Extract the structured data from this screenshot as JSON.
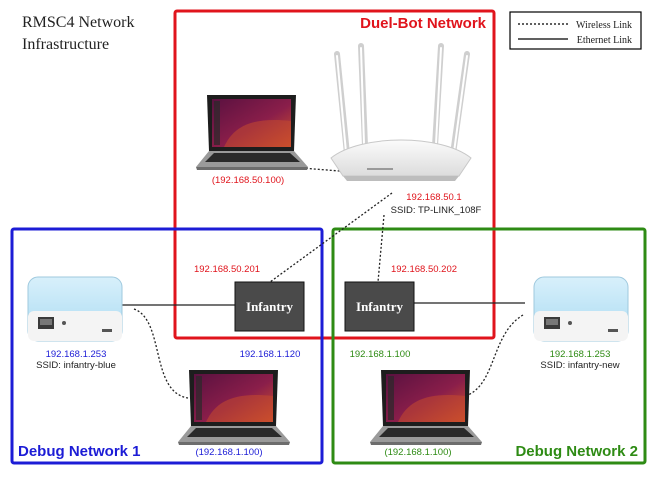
{
  "title": {
    "line1": "RMSC4 Network",
    "line2": "Infrastructure"
  },
  "legend": {
    "wireless": "Wireless Link",
    "ethernet": "Ethernet Link"
  },
  "duel_bot": {
    "label": "Duel-Bot Network",
    "laptop_ip": "(192.168.50.100)",
    "router_ip": "192.168.50.1",
    "router_ssid": "SSID: TP-LINK_108F",
    "infantry1_ip": "192.168.50.201",
    "infantry2_ip": "192.168.50.202"
  },
  "debug1": {
    "label": "Debug Network 1",
    "ap_ip": "192.168.1.253",
    "ap_ssid": "SSID: infantry-blue",
    "infantry_ip": "192.168.1.120",
    "laptop_ip": "(192.168.1.100)"
  },
  "debug2": {
    "label": "Debug Network 2",
    "ap_ip": "192.168.1.253",
    "ap_ssid": "SSID: infantry-new",
    "infantry_ip": "192.168.1.100",
    "laptop_ip": "(192.168.1.100)"
  },
  "nodes": {
    "infantry1": "Infantry",
    "infantry2": "Infantry"
  },
  "colors": {
    "duel_bot": "#e0141c",
    "debug1": "#1c1cd6",
    "debug2": "#2e8b14",
    "infantry_box": "#4a4a4a"
  }
}
